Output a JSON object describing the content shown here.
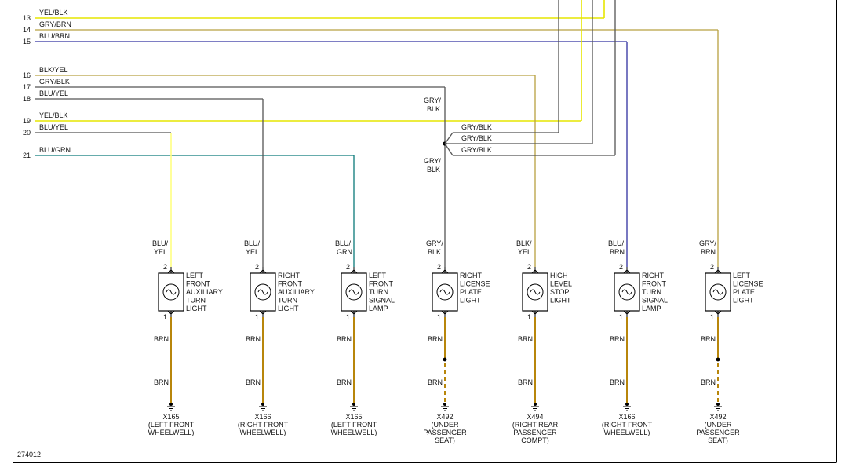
{
  "figure_id": "274012",
  "colors": {
    "frame": "#000000",
    "yellow": "#e6e600",
    "light_yellow": "#ffff80",
    "olive": "#b8a040",
    "blue": "#3030a0",
    "green_blue": "#0a7a7a",
    "gray": "#555555",
    "brown": "#b8860b"
  },
  "wires": [
    {
      "num": "13",
      "label": "YEL/BLK"
    },
    {
      "num": "14",
      "label": "GRY/BRN"
    },
    {
      "num": "15",
      "label": "BLU/BRN"
    },
    {
      "num": "16",
      "label": "BLK/YEL"
    },
    {
      "num": "17",
      "label": "GRY/BLK"
    },
    {
      "num": "18",
      "label": "BLU/YEL"
    },
    {
      "num": "19",
      "label": "YEL/BLK"
    },
    {
      "num": "20",
      "label": "BLU/YEL"
    },
    {
      "num": "21",
      "label": "BLU/GRN"
    }
  ],
  "splice": {
    "in_label": [
      "GRY/",
      "BLK"
    ],
    "out_label": [
      "GRY/",
      "BLK"
    ],
    "branches": [
      "GRY/BLK",
      "GRY/BLK",
      "GRY/BLK"
    ]
  },
  "lamps": [
    {
      "wire_label": [
        "BLU/",
        "YEL"
      ],
      "pin_top": "2",
      "pin_bottom": "1",
      "name": [
        "LEFT",
        "FRONT",
        "AUXILIARY",
        "TURN",
        "LIGHT"
      ],
      "gnd_wire_1": "BRN",
      "gnd_wire_2": "BRN",
      "ground": [
        "X165",
        "(LEFT FRONT",
        "WHEELWELL)"
      ]
    },
    {
      "wire_label": [
        "BLU/",
        "YEL"
      ],
      "pin_top": "2",
      "pin_bottom": "1",
      "name": [
        "RIGHT",
        "FRONT",
        "AUXILIARY",
        "TURN",
        "LIGHT"
      ],
      "gnd_wire_1": "BRN",
      "gnd_wire_2": "BRN",
      "ground": [
        "X166",
        "(RIGHT FRONT",
        "WHEELWELL)"
      ]
    },
    {
      "wire_label": [
        "BLU/",
        "GRN"
      ],
      "pin_top": "2",
      "pin_bottom": "1",
      "name": [
        "LEFT",
        "FRONT",
        "TURN",
        "SIGNAL",
        "LAMP"
      ],
      "gnd_wire_1": "BRN",
      "gnd_wire_2": "BRN",
      "ground": [
        "X165",
        "(LEFT FRONT",
        "WHEELWELL)"
      ]
    },
    {
      "wire_label": [
        "GRY/",
        "BLK"
      ],
      "pin_top": "2",
      "pin_bottom": "1",
      "name": [
        "RIGHT",
        "LICENSE",
        "PLATE",
        "LIGHT"
      ],
      "gnd_wire_1": "BRN",
      "gnd_wire_2": "BRN",
      "ground": [
        "X492",
        "(UNDER",
        "PASSENGER",
        "SEAT)"
      ]
    },
    {
      "wire_label": [
        "BLK/",
        "YEL"
      ],
      "pin_top": "2",
      "pin_bottom": "1",
      "name": [
        "HIGH",
        "LEVEL",
        "STOP",
        "LIGHT"
      ],
      "gnd_wire_1": "BRN",
      "gnd_wire_2": "BRN",
      "ground": [
        "X494",
        "(RIGHT REAR",
        "PASSENGER",
        "COMPT)"
      ]
    },
    {
      "wire_label": [
        "BLU/",
        "BRN"
      ],
      "pin_top": "2",
      "pin_bottom": "1",
      "name": [
        "RIGHT",
        "FRONT",
        "TURN",
        "SIGNAL",
        "LAMP"
      ],
      "gnd_wire_1": "BRN",
      "gnd_wire_2": "BRN",
      "ground": [
        "X166",
        "(RIGHT FRONT",
        "WHEELWELL)"
      ]
    },
    {
      "wire_label": [
        "GRY/",
        "BRN"
      ],
      "pin_top": "2",
      "pin_bottom": "1",
      "name": [
        "LEFT",
        "LICENSE",
        "PLATE",
        "LIGHT"
      ],
      "gnd_wire_1": "BRN",
      "gnd_wire_2": "BRN",
      "ground": [
        "X492",
        "(UNDER",
        "PASSENGER",
        "SEAT)"
      ]
    }
  ]
}
